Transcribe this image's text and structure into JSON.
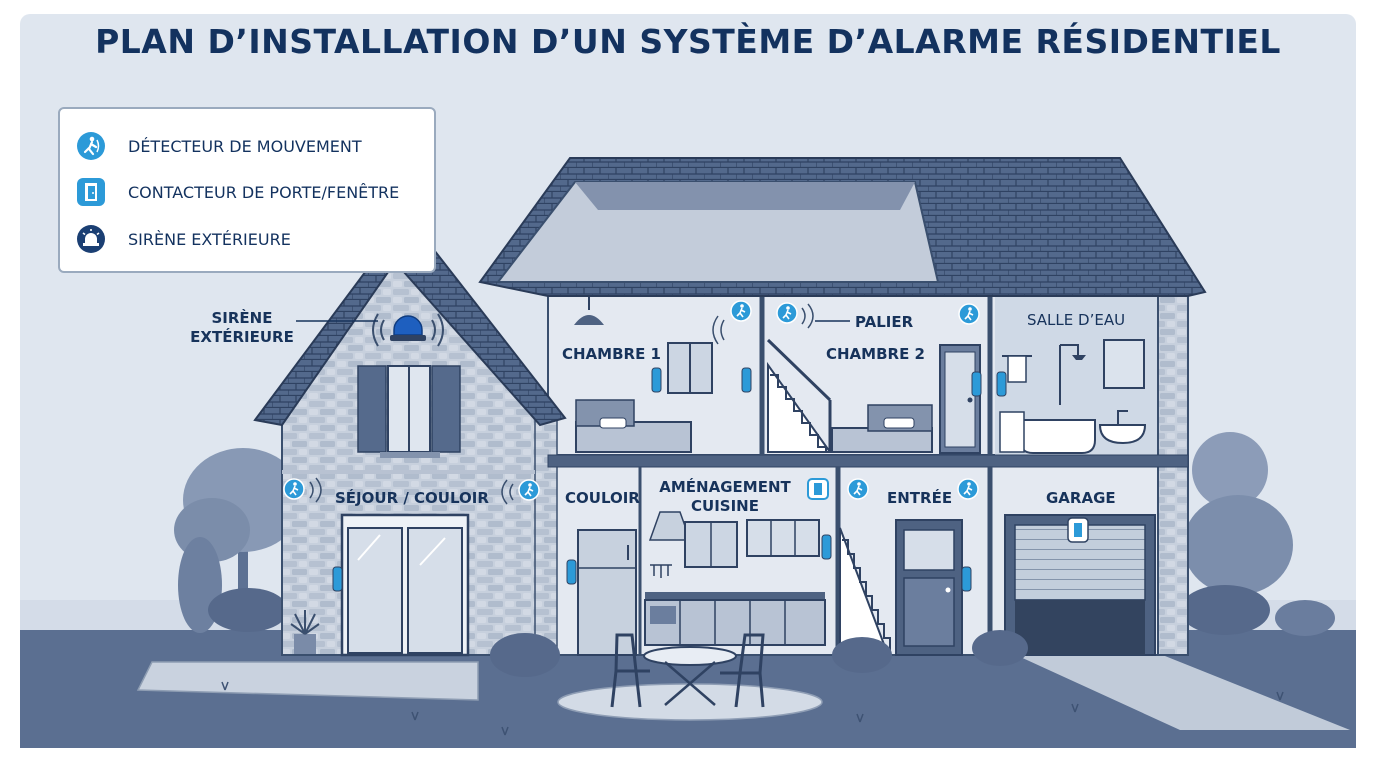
{
  "title": "PLAN D’INSTALLATION D’UN SYSTÈME D’ALARME RÉSIDENTIEL",
  "legend": [
    {
      "icon": "motion-detector-icon",
      "label": "DÉTECTEUR DE MOUVEMENT"
    },
    {
      "icon": "door-window-contact-icon",
      "label": "CONTACTEUR DE PORTE/FENÊTRE"
    },
    {
      "icon": "siren-icon",
      "label": "SIRÈNE EXTÉRIEURE"
    }
  ],
  "rooms": {
    "siren_line1": "SIRÈNE",
    "siren_line2": "EXTÉRIEURE",
    "bedroom1": "CHAMBRE 1",
    "landing": "PALIER",
    "bedroom2": "CHAMBRE 2",
    "bathroom": "SALLE D’EAU",
    "living": "SÉJOUR / COULOIR",
    "hallway": "COULOIR",
    "kitchen_line1": "AMÉNAGEMENT",
    "kitchen_line2": "CUISINE",
    "entrance": "ENTRÉE",
    "garage": "GARAGE"
  },
  "colors": {
    "background": "#dfe6ef",
    "title": "#13325f",
    "accent_blue": "#2c9ad8",
    "siren": "#1e5fbf",
    "outline": "#3a4f6e",
    "roof": "#4d6386"
  }
}
